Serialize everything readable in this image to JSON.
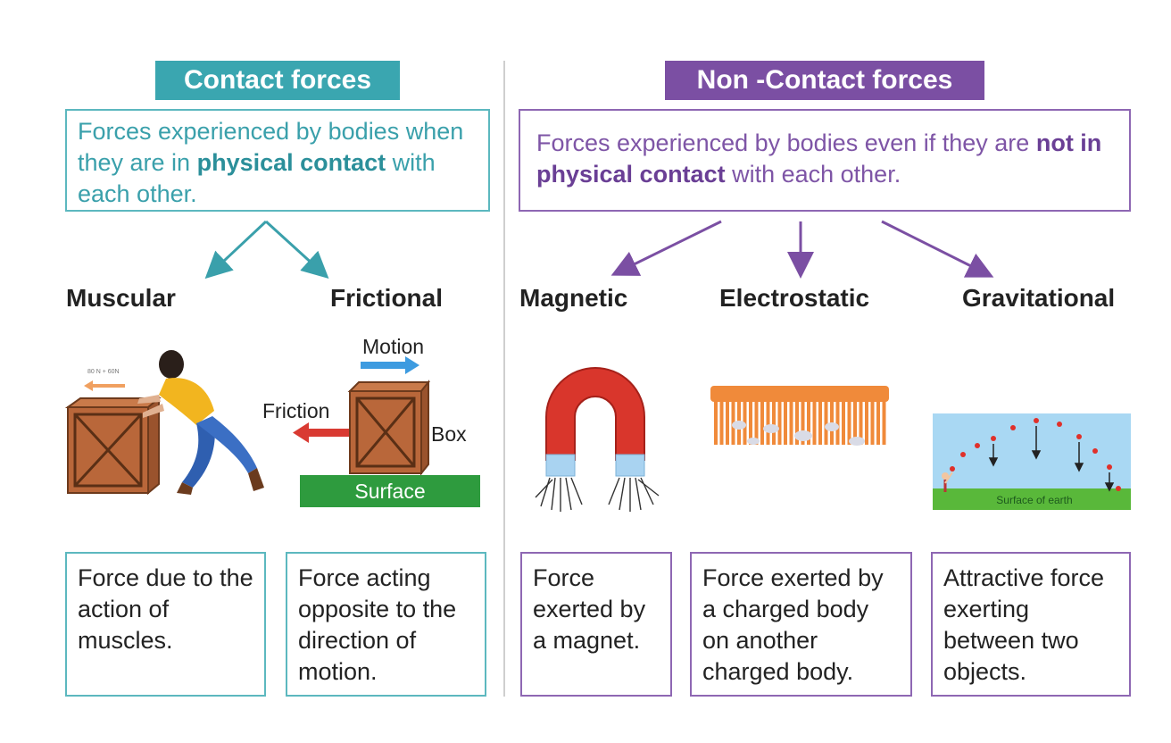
{
  "contact": {
    "header": "Contact forces",
    "definition_pre": "Forces experienced by bodies when they are in ",
    "definition_bold": "physical contact",
    "definition_post": " with each other.",
    "types": [
      {
        "label": "Muscular",
        "description": "Force due to the action of muscles."
      },
      {
        "label": "Frictional",
        "description": "Force acting opposite to the direction of motion."
      }
    ],
    "muscular_figure": {
      "arrow_label": "80 N  + 60N"
    },
    "friction_figure": {
      "motion": "Motion",
      "friction": "Friction",
      "box": "Box",
      "surface": "Surface"
    }
  },
  "non_contact": {
    "header": "Non -Contact forces",
    "definition_pre": "Forces experienced by bodies even if they are ",
    "definition_bold": "not in physical contact",
    "definition_post": " with each other.",
    "types": [
      {
        "label": "Magnetic",
        "description": "Force exerted by a magnet."
      },
      {
        "label": "Electrostatic",
        "description": "Force exerted by a charged body on another charged body."
      },
      {
        "label": "Gravitational",
        "description": "Attractive force exerting between two objects."
      }
    ],
    "gravity_figure": {
      "surface": "Surface of earth"
    }
  },
  "colors": {
    "contact": "#3aa6b0",
    "non_contact": "#7b4fa3",
    "motion_arrow": "#3d9be0",
    "friction_arrow": "#d93a32",
    "surface": "#2e9b3e",
    "box": "#b9673a"
  }
}
